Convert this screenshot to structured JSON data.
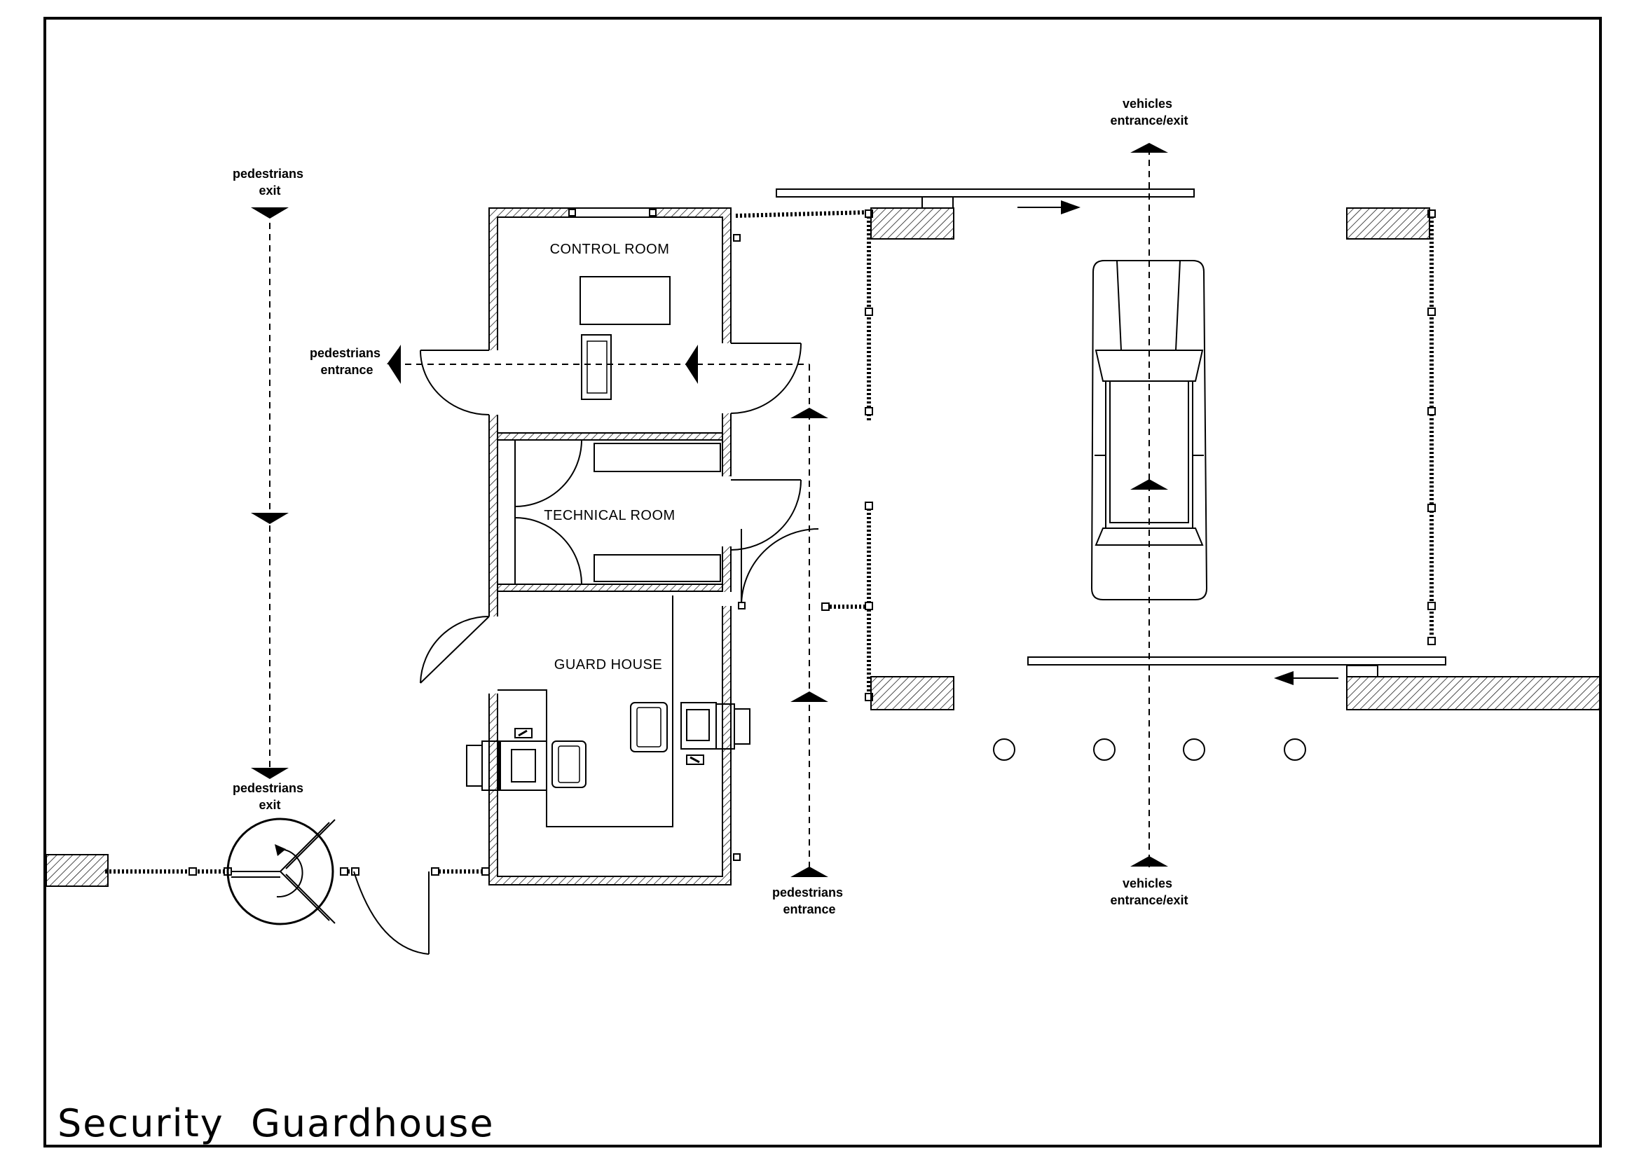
{
  "drawing": {
    "title": "Security  Guardhouse",
    "rooms": {
      "control_room": "CONTROL  ROOM",
      "technical_room": "TECHNICAL  ROOM",
      "guard_house": "GUARD  HOUSE"
    },
    "annotations": {
      "pedestrians_exit_top": [
        "pedestrians",
        "exit"
      ],
      "pedestrians_exit_bottom": [
        "pedestrians",
        "exit"
      ],
      "pedestrians_entrance_left": [
        "pedestrians",
        "entrance"
      ],
      "pedestrians_entrance_bottom": [
        "pedestrians",
        "entrance"
      ],
      "vehicles_top": [
        "vehicles",
        "entrance/exit"
      ],
      "vehicles_bottom": [
        "vehicles",
        "entrance/exit"
      ]
    }
  }
}
